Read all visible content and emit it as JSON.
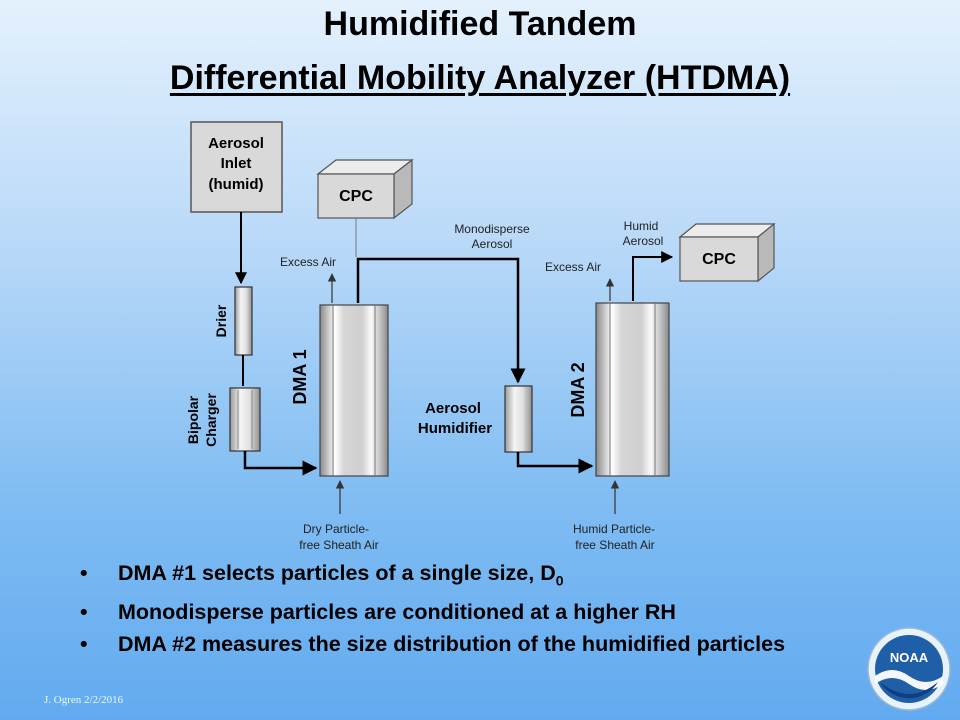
{
  "title_line1": "Humidified Tandem",
  "title_line2": "Differential Mobility Analyzer (HTDMA)",
  "diagram": {
    "aerosol_inlet": [
      "Aerosol",
      "Inlet",
      "(humid)"
    ],
    "cpc1": "CPC",
    "cpc2": "CPC",
    "excess_air_1": "Excess Air",
    "excess_air_2": "Excess Air",
    "monodisperse": [
      "Monodisperse",
      "Aerosol"
    ],
    "humid_aerosol": [
      "Humid",
      "Aerosol"
    ],
    "drier": "Drier",
    "bipolar_charger": [
      "Bipolar",
      "Charger"
    ],
    "dma1": "DMA 1",
    "dma2": "DMA 2",
    "aerosol_humidifier": [
      "Aerosol",
      "Humidifier"
    ],
    "dry_sheath": [
      "Dry Particle-",
      "free Sheath Air"
    ],
    "humid_sheath": [
      "Humid Particle-",
      "free Sheath Air"
    ]
  },
  "bullets": {
    "b1_text": "DMA #1 selects particles of a single size, D",
    "b1_sub": "0",
    "b2_text": "Monodisperse particles are conditioned at a higher RH",
    "b3_text": "DMA #2 measures the size distribution of the humidified particles",
    "marker": "•"
  },
  "footer": "J. Ogren  2/2/2016",
  "logo_text": "NOAA"
}
